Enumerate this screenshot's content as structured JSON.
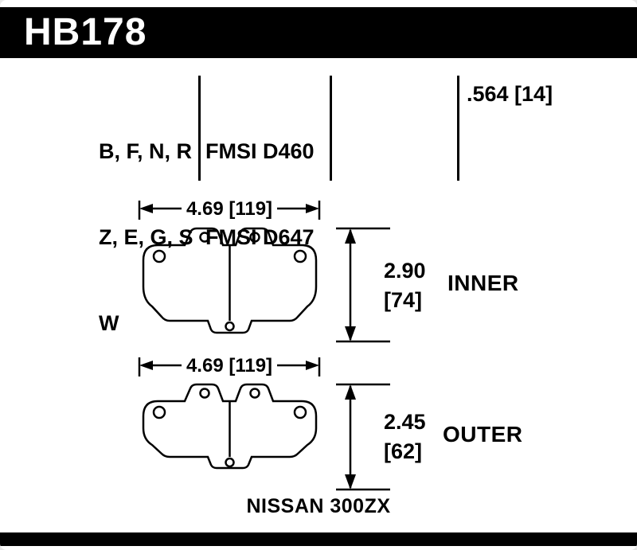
{
  "header": {
    "part_number": "HB178"
  },
  "spec_table": {
    "compounds": [
      "B, F, N, R",
      "Z, E, G, S",
      "W"
    ],
    "fmsi": [
      "FMSI D460",
      "FMSI D647"
    ],
    "pad_thickness": ".564 [14]"
  },
  "pads": [
    {
      "id": "inner",
      "width_dim": "4.69 [119]",
      "height_value": "2.90",
      "height_bracket": "[74]",
      "label": "INNER"
    },
    {
      "id": "outer",
      "width_dim": "4.69 [119]",
      "height_value": "2.45",
      "height_bracket": "[62]",
      "label": "OUTER"
    }
  ],
  "vehicle": "NISSAN 300ZX",
  "colors": {
    "bar": "#000000",
    "background": "#ffffff",
    "line": "#000000"
  }
}
